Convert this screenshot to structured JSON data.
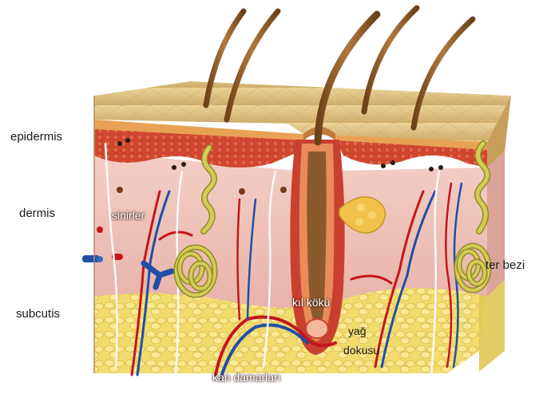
{
  "labels": {
    "epidermis": "epidermis",
    "dermis": "dermis",
    "subcutis": "subcutis",
    "nerves": "sinirler",
    "sweat_gland": "ter bezi",
    "hair_root": "kıl kökü",
    "fat_line1": "yağ",
    "fat_line2": "dokusu",
    "blood_vessels": "kan damarları"
  },
  "colors": {
    "epidermis_top": "#d9bf85",
    "epidermis_band": "#c8442c",
    "dermis": "#f1c6bf",
    "subcutis_fat": "#f3dd72",
    "hair_shaft": "#8a5a2a",
    "artery": "#c4161c",
    "vein": "#1f4fa8",
    "nerve": "#f5f5f5",
    "sweat_gland": "#c9c24a"
  }
}
